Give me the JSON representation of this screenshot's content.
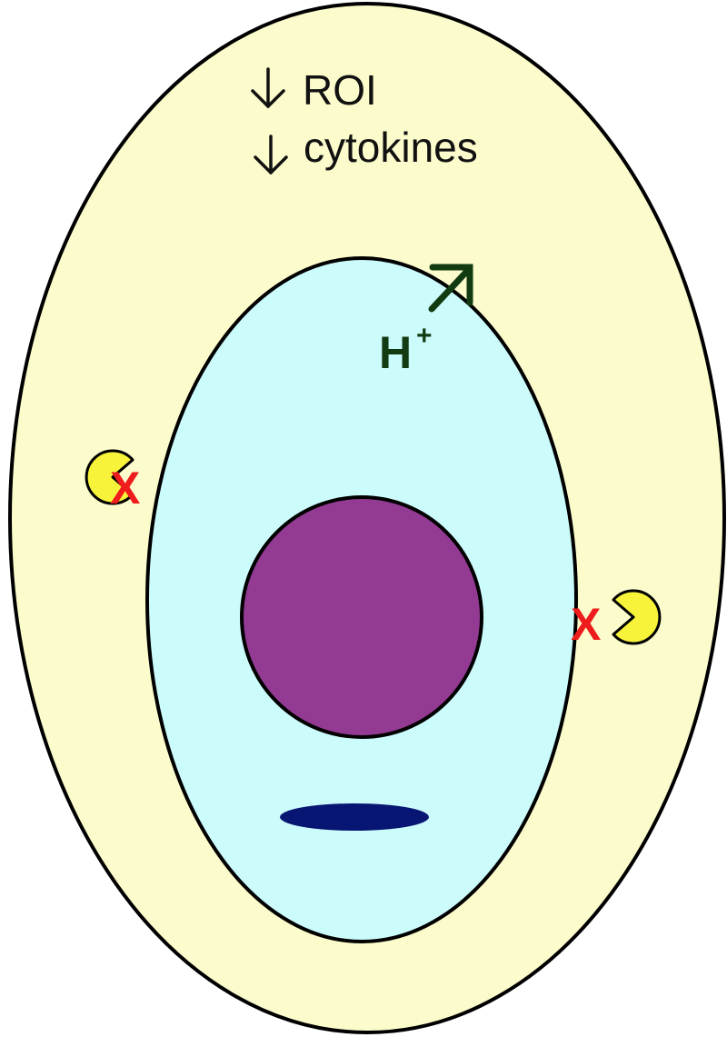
{
  "labels": {
    "roi": "ROI",
    "cytokines": "cytokines",
    "proton": "H",
    "proton_charge": "+",
    "inhibit_mark": "X"
  },
  "icons": {
    "decrease_arrow": "arrow-down-icon",
    "increase_arrow": "arrow-up-right-icon",
    "pacman": "pacman-icon"
  },
  "colors": {
    "outer_cell": "#fcfbcc",
    "inner_cell": "#ccfbfc",
    "nucleus": "#933a93",
    "granule": "#071672",
    "proton_green": "#123b12",
    "x_red": "#ee1c1c",
    "pacman_yellow": "#f7f33a",
    "outline": "#000000"
  }
}
